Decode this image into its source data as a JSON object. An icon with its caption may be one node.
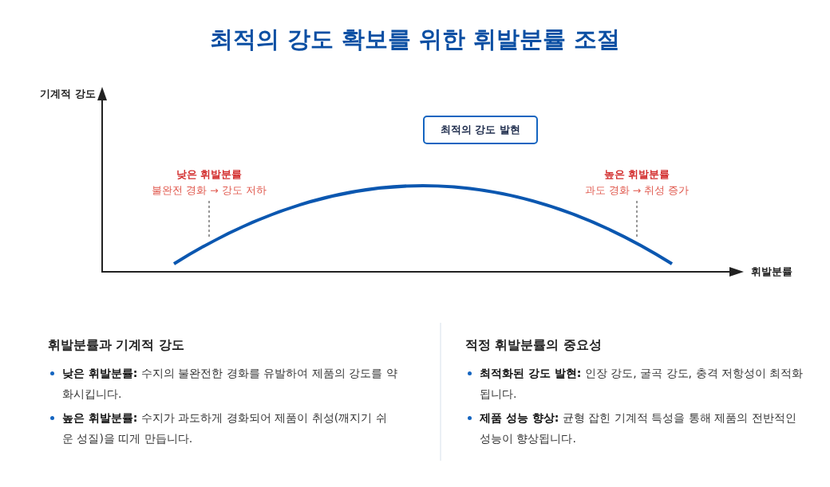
{
  "diagram": {
    "title": "최적의 강도 확보를 위한 휘발분률 조절",
    "nodes": [
      {
        "text": [
          "최적의 강도 발현"
        ]
      },
      {
        "text": [
          "낮은 휘발분률",
          "불완전 경화 → 강도 저하"
        ]
      },
      {
        "text": [
          "높은 휘발분률",
          "과도 경화 → 취성 증가"
        ]
      }
    ],
    "edges": [
      {
        "from": 1,
        "to": null,
        "arrow": "none",
        "style": "dashed"
      },
      {
        "from": 2,
        "to": null,
        "arrow": "none",
        "style": "dashed"
      }
    ],
    "labels": [
      "기계적 강도",
      "휘발분률",
      "휘발분률과 기계적 강도",
      "**낮은 휘발분률:** 수지의 불완전한 경화를 유발하여 제품의 강도를 약화시킵니다.",
      "**높은 휘발분률:** 수지가 과도하게 경화되어 제품이 취성(깨지기 쉬운 성질)을 띠게 만듭니다.",
      "적정 휘발분률의 중요성",
      "**최적화된 강도 발현:** 인장 강도, 굴곡 강도, 충격 저항성이 최적화됩니다.",
      "**제품 성능 향상:** 균형 잡힌 기계적 특성을 통해 제품의 전반적인 성능이 향상됩니다."
    ]
  }
}
